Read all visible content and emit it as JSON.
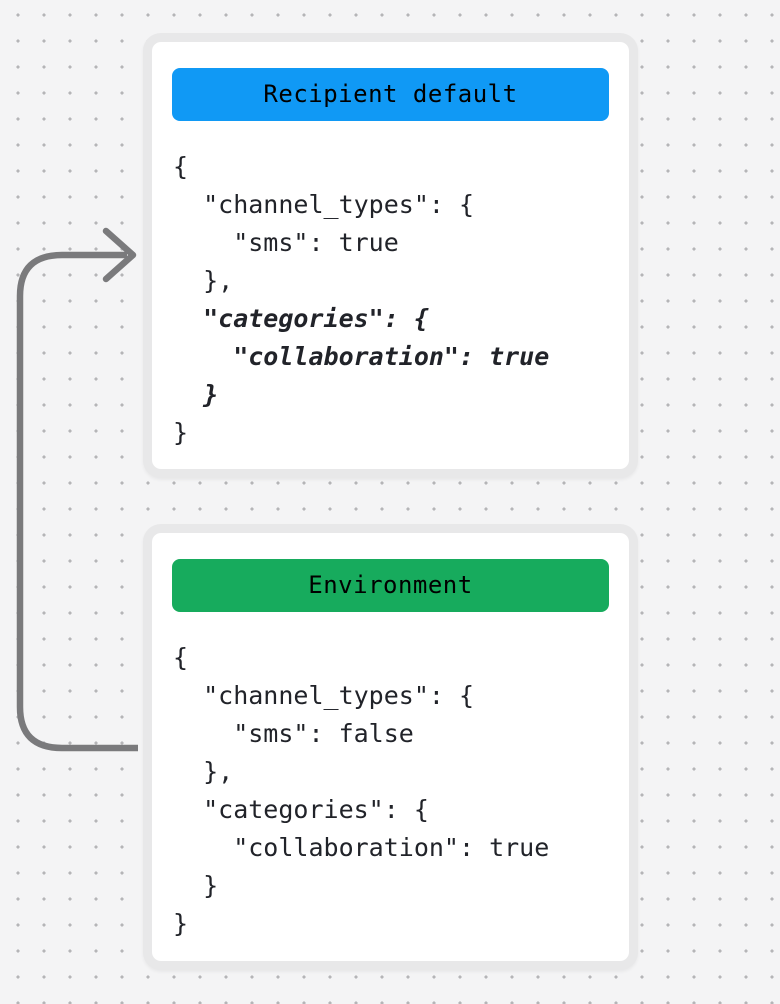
{
  "background": {
    "color": "#f4f4f5",
    "dot_color": "#b5b5b7"
  },
  "arrow": {
    "color": "#7a7a7c"
  },
  "cards": [
    {
      "header": {
        "label": "Recipient default",
        "color": "#1099f5",
        "text_color": "#ffffff"
      },
      "code_lines": [
        {
          "text": "{"
        },
        {
          "text": "  \"channel_types\": {"
        },
        {
          "text": "    \"sms\": true"
        },
        {
          "text": "  },"
        },
        {
          "text": "  \"categories\": {",
          "emphasis": true
        },
        {
          "text": "    \"collaboration\": true",
          "emphasis": true
        },
        {
          "text": "  }",
          "emphasis": true
        },
        {
          "text": "}"
        }
      ]
    },
    {
      "header": {
        "label": "Environment",
        "color": "#17ab5d",
        "text_color": "#ffffff"
      },
      "code_lines": [
        {
          "text": "{"
        },
        {
          "text": "  \"channel_types\": {"
        },
        {
          "text": "    \"sms\": false"
        },
        {
          "text": "  },"
        },
        {
          "text": "  \"categories\": {"
        },
        {
          "text": "    \"collaboration\": true"
        },
        {
          "text": "  }"
        },
        {
          "text": "}"
        }
      ]
    }
  ]
}
